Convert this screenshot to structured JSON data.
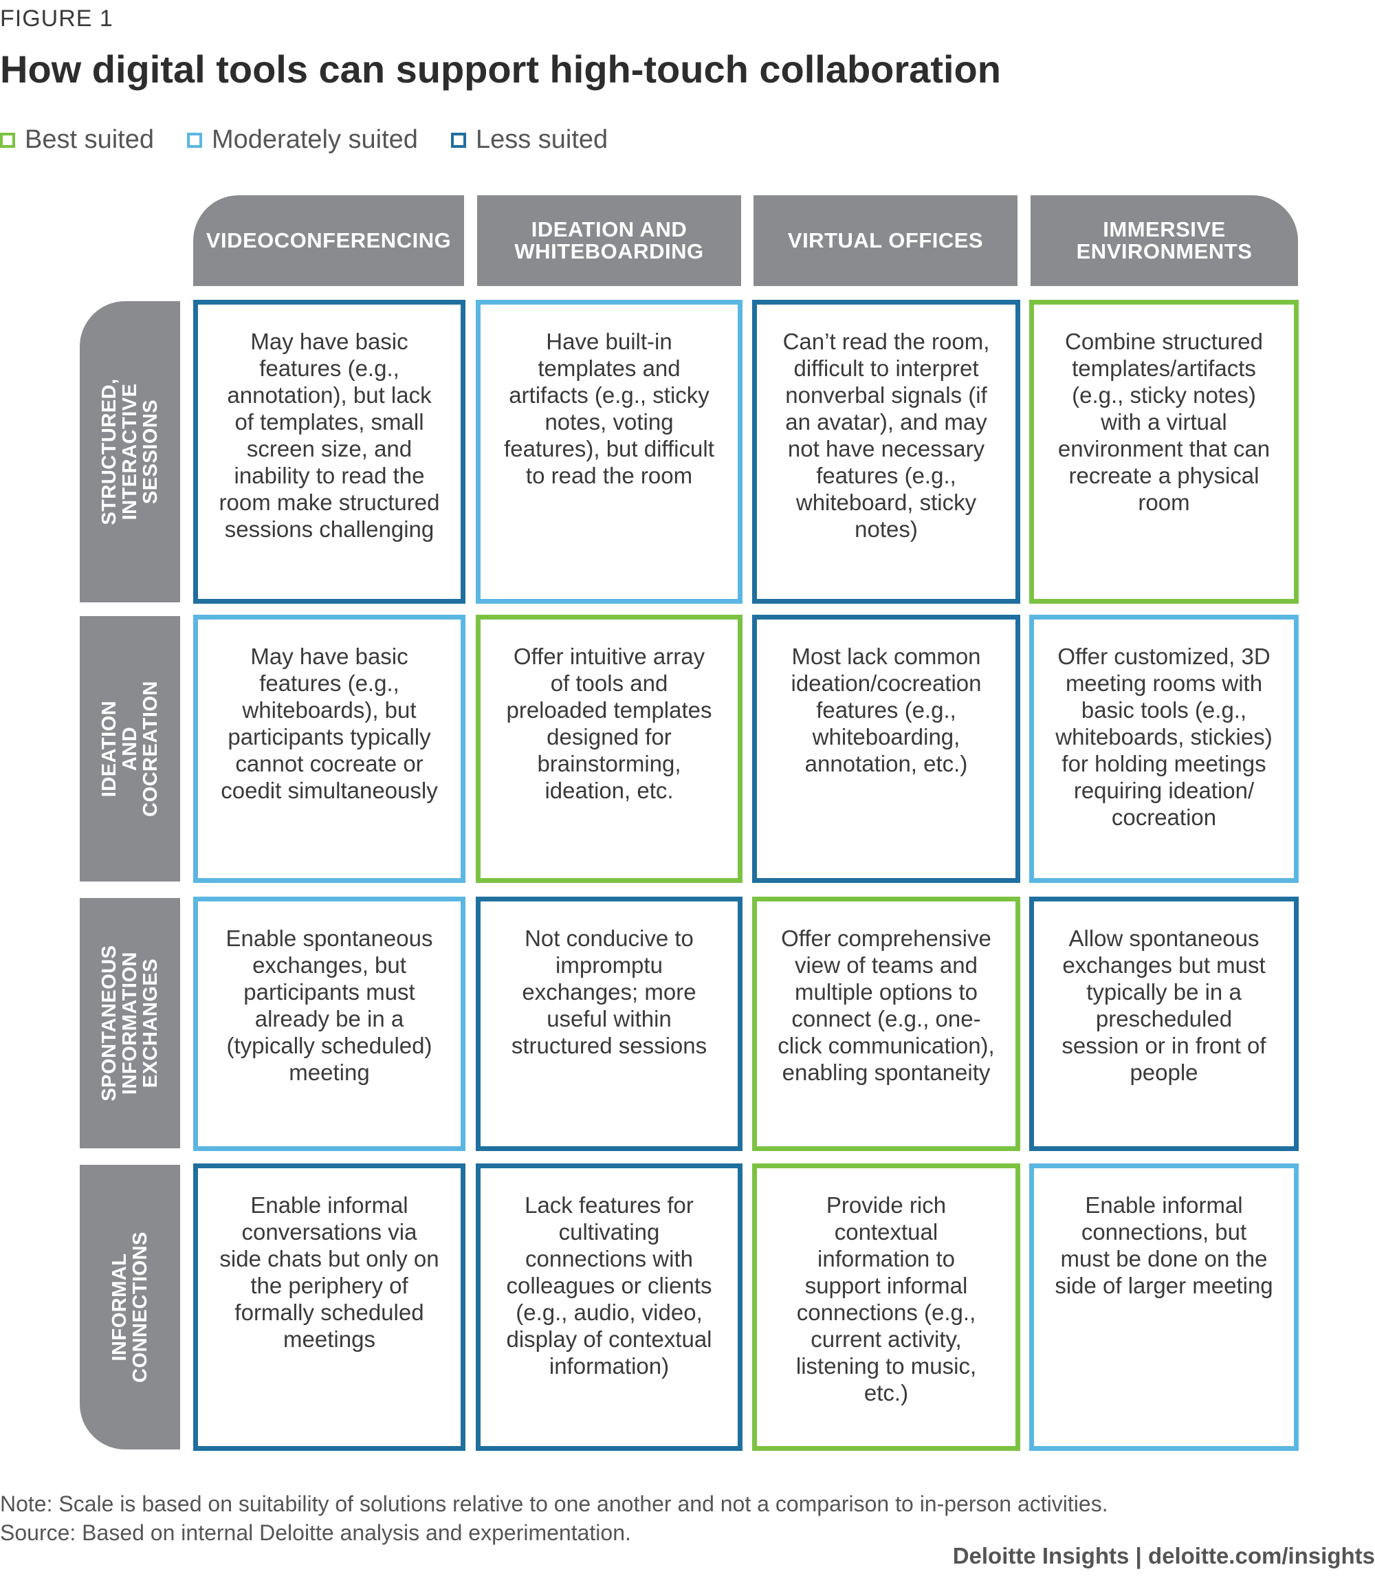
{
  "figure_label": "FIGURE 1",
  "title": "How digital tools can support high-touch collaboration",
  "legend": [
    {
      "label": "Best suited",
      "color": "#7cc242"
    },
    {
      "label": "Moderately suited",
      "color": "#5bb6e2"
    },
    {
      "label": "Less suited",
      "color": "#1f6f9f"
    }
  ],
  "columns": [
    "VIDEOCONFERENCING",
    "IDEATION AND\nWHITEBOARDING",
    "VIRTUAL OFFICES",
    "IMMERSIVE\nENVIRONMENTS"
  ],
  "rows": [
    "STRUCTURED,\nINTERACTIVE\nSESSIONS",
    "IDEATION AND\nCOCREATION",
    "SPONTANEOUS\nINFORMATION\nEXCHANGES",
    "INFORMAL\nCONNECTIONS"
  ],
  "cells": [
    [
      {
        "text": "May have basic features (e.g., annotation), but lack of templates, small screen size, and inability to read the room make structured sessions challenging",
        "suitability": "Less suited"
      },
      {
        "text": "Have built-in templates and artifacts (e.g., sticky notes, voting features), but difficult to read the room",
        "suitability": "Moderately suited"
      },
      {
        "text": "Can’t read the room, difficult to interpret nonverbal signals (if an avatar), and may not have necessary features (e.g., whiteboard, sticky notes)",
        "suitability": "Less suited"
      },
      {
        "text": "Combine structured templates/artifacts (e.g., sticky notes) with a virtual environment that can recreate a physical room",
        "suitability": "Best suited"
      }
    ],
    [
      {
        "text": "May have basic features (e.g., whiteboards), but participants typically cannot cocreate or coedit simultaneously",
        "suitability": "Moderately suited"
      },
      {
        "text": "Offer intuitive array of tools and preloaded templates designed for brainstorming, ideation, etc.",
        "suitability": "Best suited"
      },
      {
        "text": "Most lack common ideation/cocreation features (e.g., whiteboarding, annotation, etc.)",
        "suitability": "Less suited"
      },
      {
        "text": "Offer customized, 3D meeting rooms with basic tools (e.g., whiteboards, stickies) for holding meetings requiring ideation/ cocreation",
        "suitability": "Moderately suited"
      }
    ],
    [
      {
        "text": "Enable spontaneous exchanges, but participants must already be in a (typically scheduled) meeting",
        "suitability": "Moderately suited"
      },
      {
        "text": "Not conducive to impromptu exchanges; more useful within structured sessions",
        "suitability": "Less suited"
      },
      {
        "text": "Offer comprehensive view of teams and multiple options to connect (e.g., one-click communication), enabling spontaneity",
        "suitability": "Best suited"
      },
      {
        "text": "Allow spontaneous exchanges but must typically be in a prescheduled session or in front of people",
        "suitability": "Less suited"
      }
    ],
    [
      {
        "text": "Enable informal conversations via side chats but only on the periphery of formally scheduled meetings",
        "suitability": "Less suited"
      },
      {
        "text": "Lack features for cultivating connections with colleagues or clients (e.g., audio, video, display of contextual information)",
        "suitability": "Less suited"
      },
      {
        "text": "Provide rich contextual information to support informal connections (e.g., current activity, listening to music, etc.)",
        "suitability": "Best suited"
      },
      {
        "text": "Enable informal connections, but must be done on the side of larger meeting",
        "suitability": "Moderately suited"
      }
    ]
  ],
  "notes": [
    "Note: Scale is based on suitability of solutions relative to one another and not a comparison to in-person activities.",
    "Source: Based on internal Deloitte analysis and experimentation."
  ],
  "footer": "Deloitte Insights | deloitte.com/insights",
  "colors": {
    "header_gray": "#898b8e",
    "best": "#7cc242",
    "moderate": "#5bb6e2",
    "less": "#1f6f9f"
  }
}
